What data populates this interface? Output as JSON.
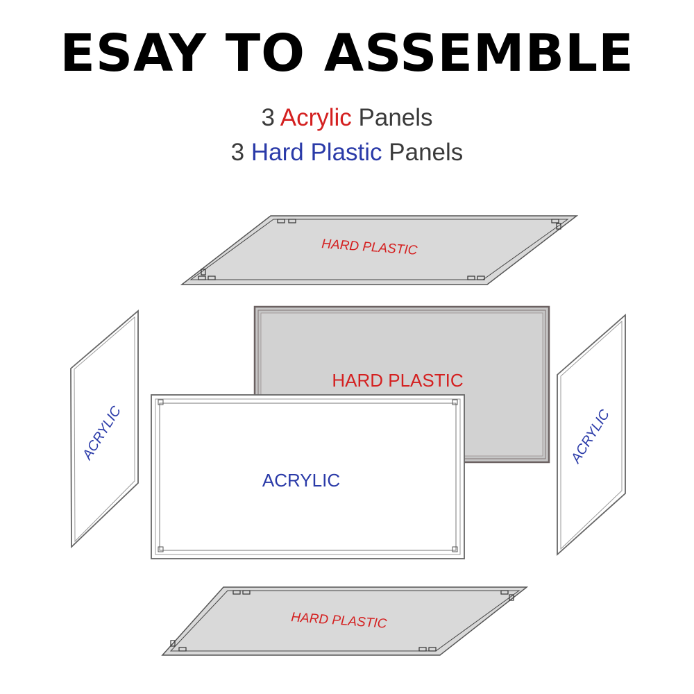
{
  "headline": "ESAY TO ASSEMBLE",
  "subtitle": {
    "line1": {
      "count": "3",
      "material": "Acrylic",
      "suffix": "Panels"
    },
    "line2": {
      "count": "3",
      "material": "Hard Plastic",
      "suffix": "Panels"
    }
  },
  "panels": {
    "top": "HARD PLASTIC",
    "back": "HARD PLASTIC",
    "front": "ACRYLIC",
    "left": "ACRYLIC",
    "right": "ACRYLIC",
    "bottom": "HARD PLASTIC"
  },
  "colors": {
    "acrylic": "#2a3aa8",
    "hard_plastic": "#d42020",
    "text_dark": "#3a3a3a",
    "panel_fill": "#d9d9d9"
  }
}
